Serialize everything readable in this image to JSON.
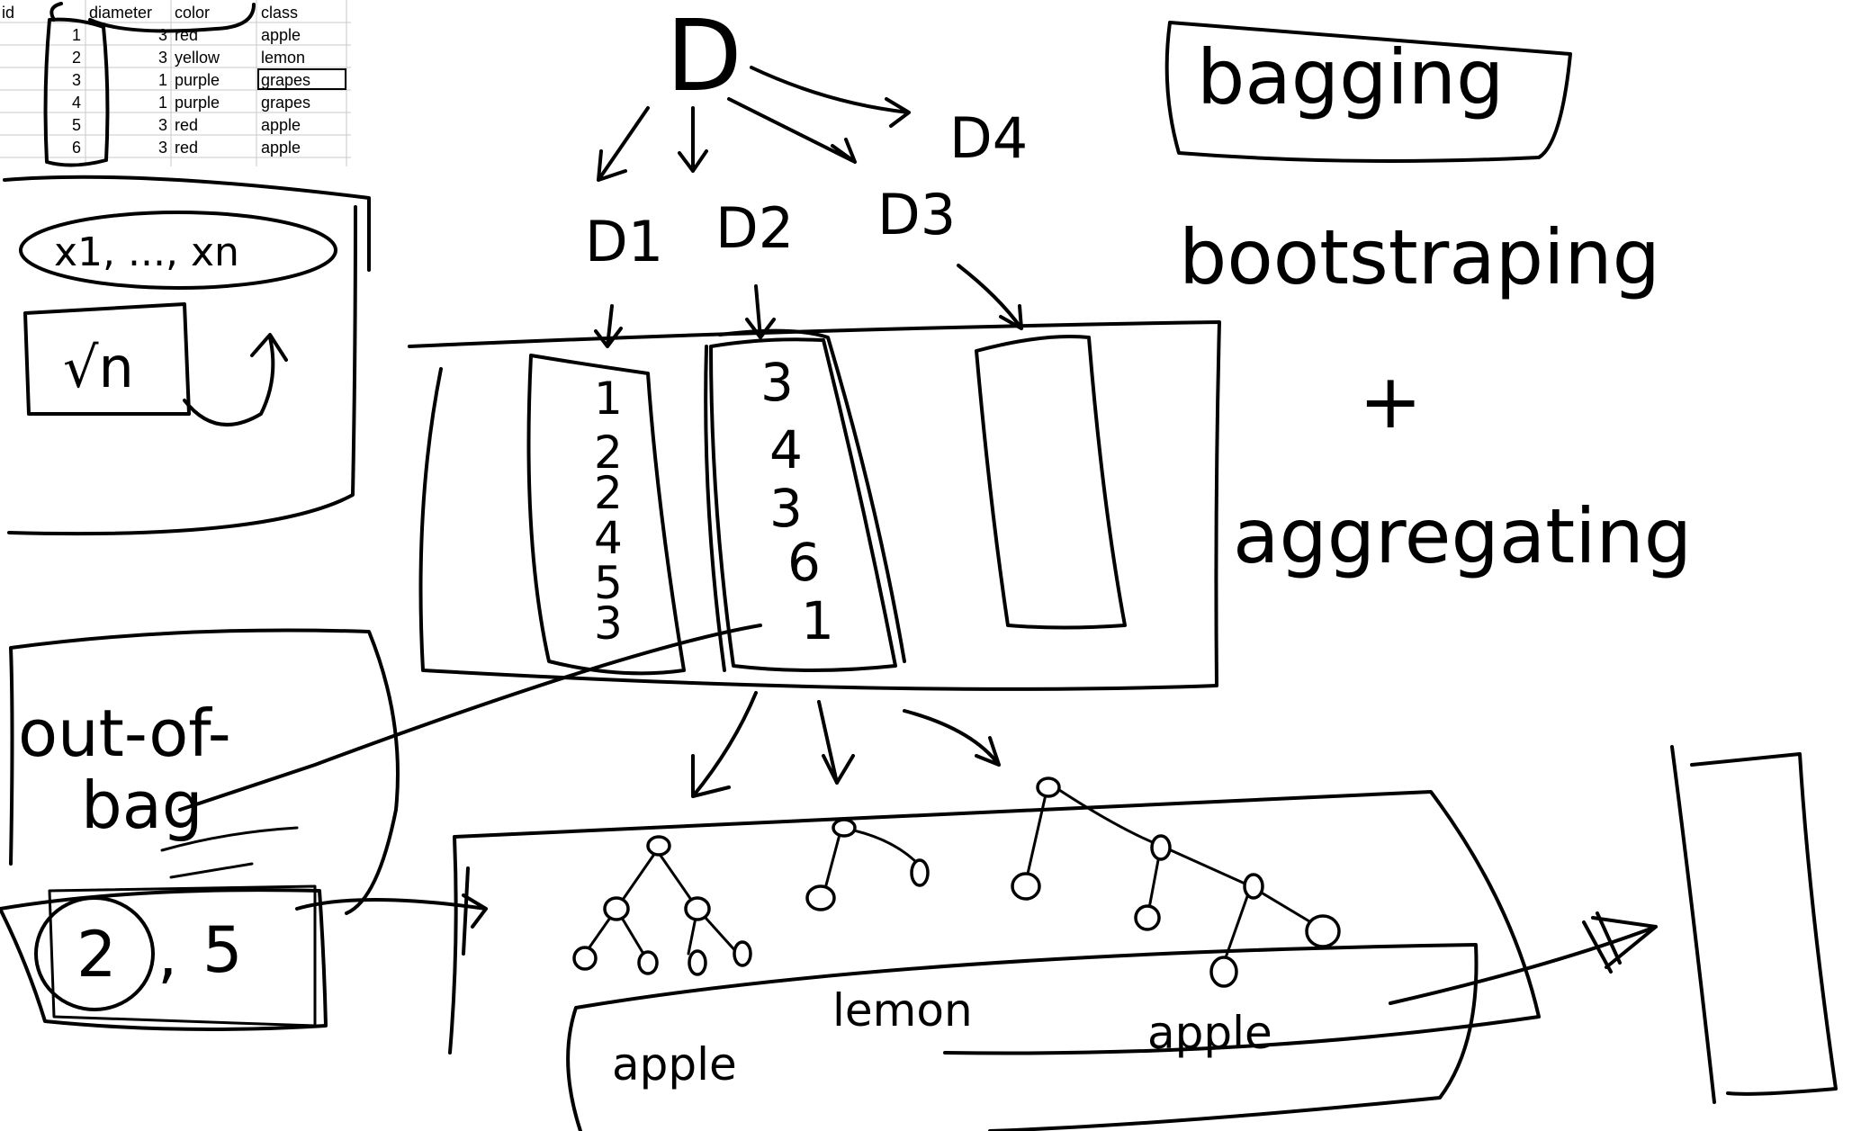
{
  "spreadsheet": {
    "headers": [
      "id",
      "diameter",
      "color",
      "class"
    ],
    "rows": [
      [
        "1",
        "3",
        "red",
        "apple"
      ],
      [
        "2",
        "3",
        "yellow",
        "lemon"
      ],
      [
        "3",
        "1",
        "purple",
        "grapes"
      ],
      [
        "4",
        "1",
        "purple",
        "grapes"
      ],
      [
        "5",
        "3",
        "red",
        "apple"
      ],
      [
        "6",
        "3",
        "red",
        "apple"
      ]
    ]
  },
  "dataset": {
    "root": "D",
    "subsets": [
      "D1",
      "D2",
      "D3",
      "D4"
    ]
  },
  "bootstrap_samples": {
    "d1_ids": [
      "1",
      "2",
      "2",
      "4",
      "5",
      "3"
    ],
    "d2_ids": [
      "3",
      "4",
      "3",
      "6",
      "1"
    ]
  },
  "feature_box": {
    "features_label": "x1, ..., xn",
    "sqrt_label": "√n"
  },
  "out_of_bag": {
    "title_line1": "out-of-",
    "title_line2": "bag",
    "ids": [
      "2",
      "5"
    ]
  },
  "predictions": [
    "apple",
    "lemon",
    "apple"
  ],
  "terms": {
    "bagging": "bagging",
    "bootstraping": "bootstraping",
    "plus": "+",
    "aggregating": "aggregating"
  }
}
